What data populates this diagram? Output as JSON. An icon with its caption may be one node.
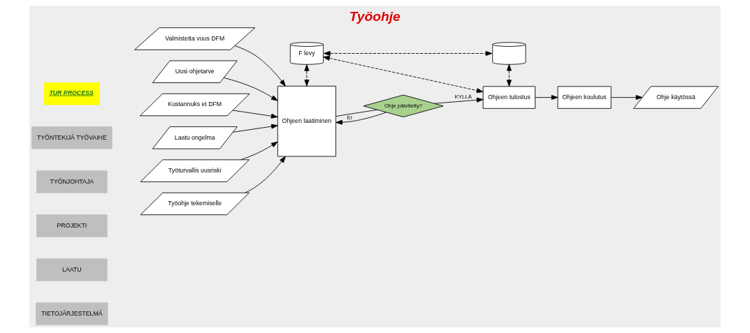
{
  "diagram": {
    "title": "Työohje",
    "nodes": [
      {
        "text": [
          "Työohje tekemiselle"
        ]
      },
      {
        "text": [
          "Valmistetta vuus DFM"
        ]
      },
      {
        "text": [
          "Uusi ohjetarve"
        ]
      },
      {
        "text": [
          "Kustannuks et DFM"
        ]
      },
      {
        "text": [
          "Laatu ongelma"
        ]
      },
      {
        "text": [
          "Työturvallis uusriski"
        ]
      },
      {
        "text": [
          "Ohjeen laatiminen"
        ]
      },
      {
        "text": [
          "Ohje päivitetty?"
        ]
      },
      {
        "text": [
          "Ohjeen tulostus"
        ]
      },
      {
        "text": [
          "Ohjeen koulutus"
        ]
      },
      {
        "text": [
          "Ohje käytössä"
        ]
      },
      {
        "text": [
          "F levy"
        ]
      },
      {
        "text": [],
        "shape": "cylinder"
      }
    ],
    "edges": [
      {
        "from": 0,
        "to": 6,
        "arrow": "to"
      },
      {
        "from": 1,
        "to": 6,
        "arrow": "to"
      },
      {
        "from": 2,
        "to": 6,
        "arrow": "to"
      },
      {
        "from": 3,
        "to": 6,
        "arrow": "to"
      },
      {
        "from": 4,
        "to": 6,
        "arrow": "to"
      },
      {
        "from": 5,
        "to": 6,
        "arrow": "to"
      },
      {
        "from": 6,
        "to": 7,
        "arrow": "none"
      },
      {
        "from": 7,
        "to": 6,
        "label": "EI",
        "arrow": "to"
      },
      {
        "from": 7,
        "to": 8,
        "label": "KYLLÄ",
        "arrow": "to"
      },
      {
        "from": 8,
        "to": 9,
        "arrow": "to"
      },
      {
        "from": 9,
        "to": 10,
        "arrow": "to"
      },
      {
        "from": 11,
        "to": 6,
        "arrow": "both",
        "style": "dashed"
      },
      {
        "from": 11,
        "to": 8,
        "arrow": "both",
        "style": "dashed"
      },
      {
        "from": 12,
        "to": 8,
        "arrow": "both",
        "style": "dashed"
      },
      {
        "from": 11,
        "to": 12,
        "arrow": "both",
        "style": "dashed"
      }
    ],
    "labels": [
      "TUR PROCESS",
      "TYÖNTEKIJÄ TYÖVAIHE",
      "TYÖNJOHTAJA",
      "PROJEKTI",
      "LAATU",
      "TIETOJÄRJESTELMÄ"
    ]
  }
}
